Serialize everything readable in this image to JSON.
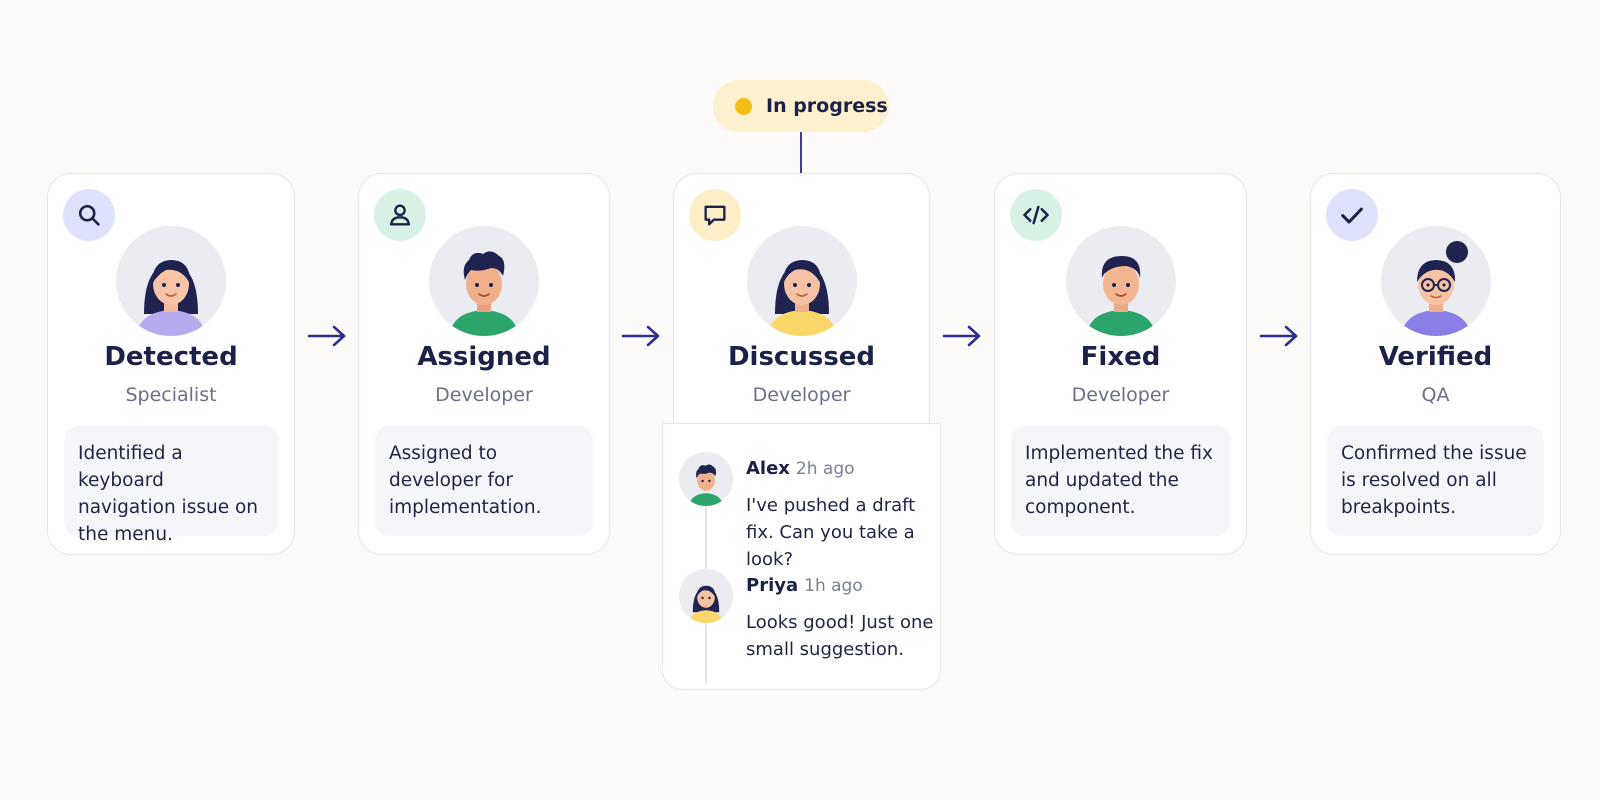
{
  "status": {
    "label": "In progress",
    "color": "#f4be16"
  },
  "steps": [
    {
      "title": "Detected",
      "role": "Specialist",
      "description": "Identified a keyboard navigation issue on the menu.",
      "icon": "search-icon",
      "icon_bg": "#dfe2fb"
    },
    {
      "title": "Assigned",
      "role": "Developer",
      "description": "Assigned to developer for implementation.",
      "icon": "user-icon",
      "icon_bg": "#d7f2e4"
    },
    {
      "title": "Discussed",
      "role": "Developer",
      "description": "",
      "icon": "chat-icon",
      "icon_bg": "#fdeec6"
    },
    {
      "title": "Fixed",
      "role": "Developer",
      "description": "Implemented the fix and updated the component.",
      "icon": "code-icon",
      "icon_bg": "#d7f2e4"
    },
    {
      "title": "Verified",
      "role": "QA",
      "description": "Confirmed the issue is resolved on all breakpoints.",
      "icon": "check-icon",
      "icon_bg": "#dfe2fb"
    }
  ],
  "comments": [
    {
      "name": "Alex",
      "time": "2h ago",
      "text": "I've pushed a draft fix. Can you take a look?"
    },
    {
      "name": "Priya",
      "time": "1h ago",
      "text": "Looks good! Just one small suggestion."
    }
  ],
  "colors": {
    "accent": "#2d2f8f",
    "title": "#1b2147",
    "muted": "#6b7088"
  }
}
